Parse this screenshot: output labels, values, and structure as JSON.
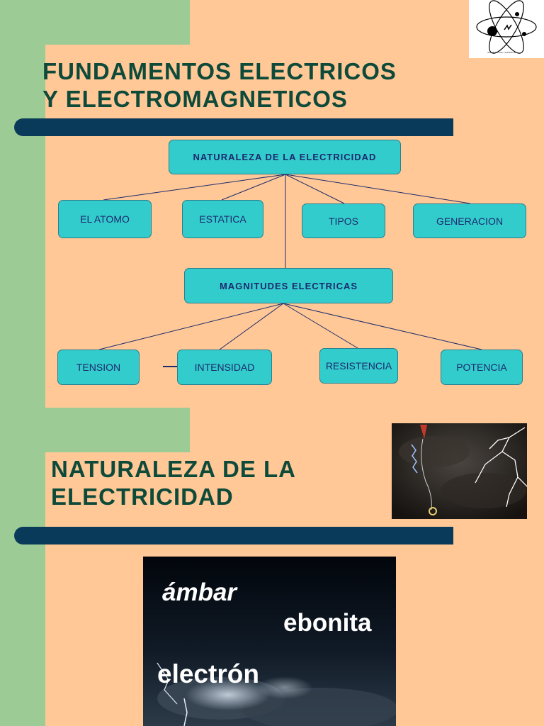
{
  "slide1": {
    "title_line1": "FUNDAMENTOS ELECTRICOS",
    "title_line2": "Y ELECTROMAGNETICOS",
    "logo_caption": "INSTITUTO TEC. SUPERIOR",
    "diagram": {
      "root": "NATURALEZA DE LA ELECTRICIDAD",
      "level1": [
        "EL ATOMO",
        "ESTATICA",
        "TIPOS",
        "GENERACION"
      ],
      "middle": "MAGNITUDES ELECTRICAS",
      "level2": [
        "TENSION",
        "INTENSIDAD",
        "RESISTENCIA",
        "POTENCIA"
      ]
    }
  },
  "slide2": {
    "title_line1": "NATURALEZA DE LA",
    "title_line2": "ELECTRICIDAD",
    "words": [
      "ámbar",
      "ebonita",
      "electrón"
    ]
  },
  "colors": {
    "background": "#FFC896",
    "green_band": "#9DCB95",
    "title_text": "#0E4A3A",
    "bar": "#0A3A5A",
    "node_fill": "#33CCCC",
    "node_text": "#1C2A6E"
  }
}
